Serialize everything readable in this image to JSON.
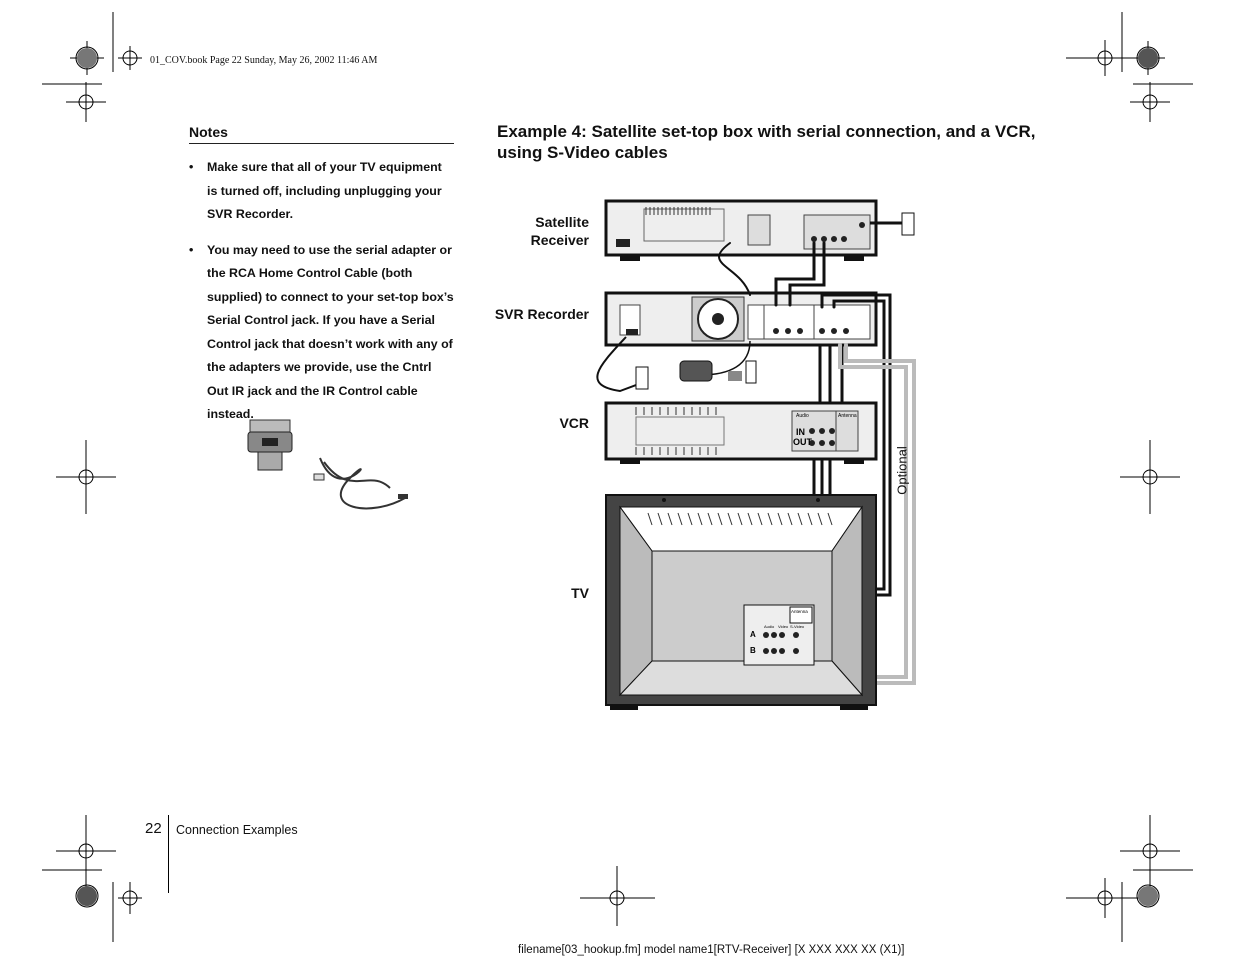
{
  "print_header": "01_COV.book  Page 22  Sunday, May 26, 2002  11:46 AM",
  "notes": {
    "title": "Notes",
    "bullet": "•",
    "items": [
      "Make sure that all of your TV equipment is turned off, including unplugging your SVR Recorder.",
      "You may need to use the serial adapter or the RCA Home Control Cable (both supplied) to connect to your set-top box’s Serial Control jack. If you have a Serial Control jack that doesn’t work with any of the adapters we provide, use the Cntrl Out IR jack and the IR Control cable instead."
    ]
  },
  "heading": "Example 4: Satellite set-top box with serial connection, and a VCR, using S-Video cables",
  "diagram": {
    "labels": {
      "satellite_line1": "Satellite",
      "satellite_line2": "Receiver",
      "svr": "SVR Recorder",
      "vcr": "VCR",
      "tv": "TV",
      "optional": "Optional"
    },
    "vcr_panel": {
      "in": "IN",
      "out": "OUT",
      "audio": "Audio",
      "antenna": "Antenna"
    },
    "tv_panel": {
      "antenna": "Antenna",
      "row_a": "A",
      "row_b": "B",
      "audio": "Audio",
      "video": "Video",
      "svideo": "S-Video"
    }
  },
  "footer": {
    "page_number": "22",
    "section": "Connection Examples",
    "slug": "filename[03_hookup.fm] model name1[RTV-Receiver] [X XXX XXX XX (X1)]"
  }
}
